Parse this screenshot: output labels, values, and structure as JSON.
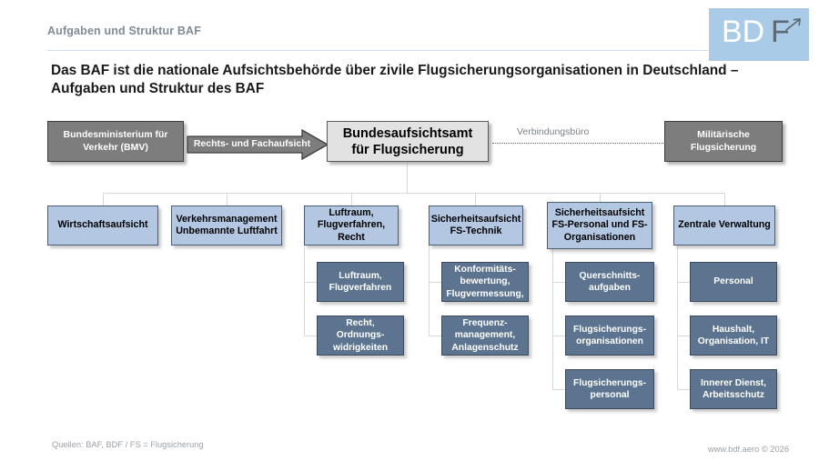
{
  "header": {
    "kicker": "Aufgaben und Struktur BAF",
    "logo": {
      "primary": "BD",
      "secondary": "F",
      "icon": "airplane-arrow-icon"
    }
  },
  "title": "Das BAF ist die nationale Aufsichtsbehörde über zivile Flugsicherungsorganisationen in Deutschland – Aufgaben und Struktur des BAF",
  "chart_data": {
    "type": "diagram",
    "diagram_kind": "organizational-chart",
    "nodes": {
      "ministry": "Bundesministerium für Verkehr (BMV)",
      "root": "Bundesaufsichtsamt für Flugsicherung",
      "military": "Militärische Flugsicherung"
    },
    "edges": {
      "supervision_arrow": "Rechts- und Fachaufsicht",
      "liaison": "Verbindungsbüro"
    },
    "departments": [
      {
        "label": "Wirtschaftsaufsicht",
        "children": []
      },
      {
        "label": "Verkehrsmanagement Unbemannte Luftfahrt",
        "children": []
      },
      {
        "label": "Luftraum, Flugverfahren, Recht",
        "children": [
          "Luftraum, Flugverfahren",
          "Recht, Ordnungs- widrigkeiten"
        ]
      },
      {
        "label": "Sicherheitsaufsicht FS-Technik",
        "children": [
          "Konformitäts- bewertung, Flugvermessung,",
          "Frequenz- management, Anlagenschutz"
        ]
      },
      {
        "label": "Sicherheitsaufsicht FS-Personal und FS-Organisationen",
        "children": [
          "Querschnitts- aufgaben",
          "Flugsicherungs- organisationen",
          "Flugsicherungs- personal"
        ]
      },
      {
        "label": "Zentrale Verwaltung",
        "children": [
          "Personal",
          "Haushalt, Organisation, IT",
          "Innerer Dienst, Arbeitsschutz"
        ]
      }
    ]
  },
  "footer": {
    "source": "Quellen: BAF, BDF / FS = Flugsicherung",
    "url": "www.bdf.aero © 2026"
  },
  "colors": {
    "logo_bg": "#a9cbe8",
    "authority_gray": "#7d7d7d",
    "root_gray": "#e2e2e2",
    "department_blue": "#b3c7e2",
    "unit_slate": "#5c748f",
    "rule_blue": "#cfe0f0",
    "muted_text": "#9aa1a8"
  }
}
